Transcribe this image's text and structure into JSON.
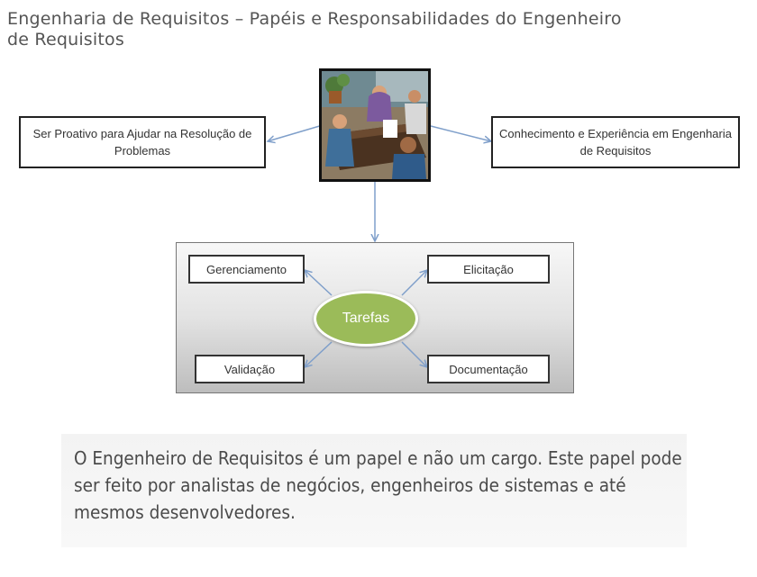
{
  "title": "Engenharia de Requisitos – Papéis e Responsabilidades do Engenheiro de Requisitos",
  "diagram": {
    "left_box": "Ser Proativo para Ajudar na Resolução de Problemas",
    "right_box": "Conhecimento e Experiência em Engenharia de Requisitos",
    "center_image": "team-meeting-clipart",
    "center_node": "Tarefas",
    "tasks": {
      "top_left": "Gerenciamento",
      "top_right": "Elicitação",
      "bottom_left": "Validação",
      "bottom_right": "Documentação"
    },
    "colors": {
      "center_node": "#9bbb59",
      "arrows": "#7f9fca",
      "box_border": "#222222"
    }
  },
  "note": "O Engenheiro de Requisitos é um papel e não um cargo. Este papel pode ser feito por analistas de negócios, engenheiros de sistemas e até mesmos desenvolvedores."
}
